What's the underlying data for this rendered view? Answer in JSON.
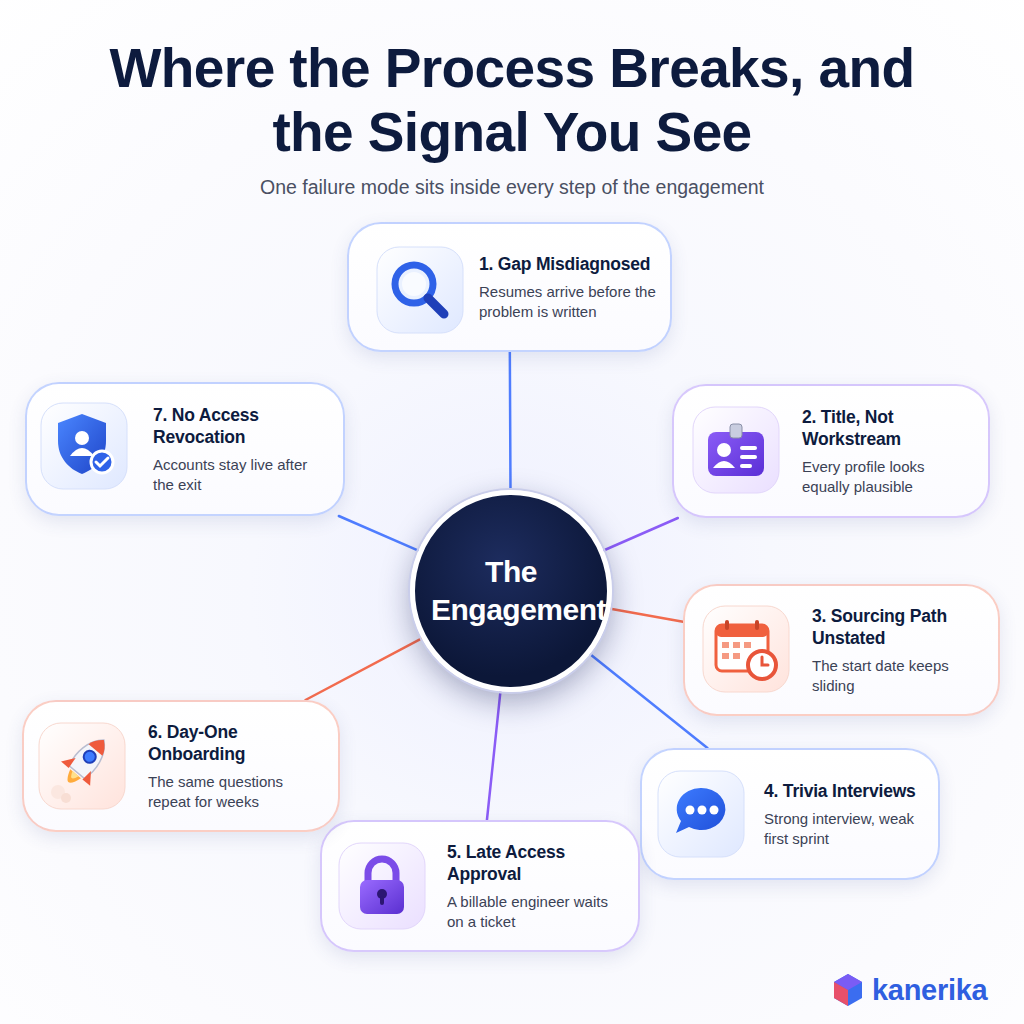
{
  "diagram": {
    "title": "Where the Process Breaks, and the Signal You See",
    "nodes": [
      {
        "text": [
          "The Engagement"
        ]
      },
      {
        "text": [
          "1. Gap Misdiagnosed",
          "Resumes arrive before the problem is written"
        ]
      },
      {
        "text": [
          "2. Title, Not Workstream",
          "Every profile looks equally plausible"
        ]
      },
      {
        "text": [
          "3. Sourcing Path Unstated",
          "The start date keeps sliding"
        ]
      },
      {
        "text": [
          "4. Trivia Interviews",
          "Strong interview, weak first sprint"
        ]
      },
      {
        "text": [
          "5. Late Access Approval",
          "A billable engineer waits on a ticket"
        ]
      },
      {
        "text": [
          "6. Day-One Onboarding",
          "The same questions repeat for weeks"
        ]
      },
      {
        "text": [
          "7. No Access Revocation",
          "Accounts stay live after the exit"
        ]
      }
    ],
    "edges": [
      {
        "from": 0,
        "to": 1,
        "arrow": "none"
      },
      {
        "from": 0,
        "to": 2,
        "arrow": "none"
      },
      {
        "from": 0,
        "to": 3,
        "arrow": "none"
      },
      {
        "from": 0,
        "to": 4,
        "arrow": "none"
      },
      {
        "from": 0,
        "to": 5,
        "arrow": "none"
      },
      {
        "from": 0,
        "to": 6,
        "arrow": "none"
      },
      {
        "from": 0,
        "to": 7,
        "arrow": "none"
      }
    ],
    "labels": [
      "One failure mode sits inside every step of the engagement",
      "kanerika"
    ]
  }
}
